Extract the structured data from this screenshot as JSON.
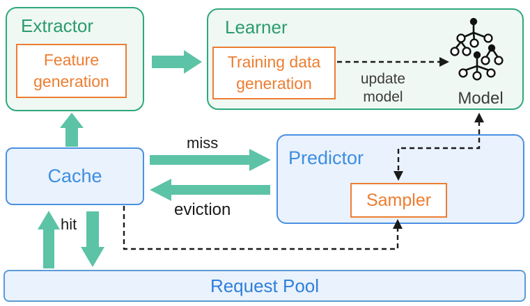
{
  "colors": {
    "teal_arrow": "#5cc3a7",
    "green_border": "#2ea77d",
    "green_text": "#2b9b70",
    "blue_border": "#4a90e2",
    "blue_text": "#3d8ee0",
    "orange": "#ed7d31",
    "dark": "#1a1a1a"
  },
  "boxes": {
    "extractor": {
      "title": "Extractor",
      "inner": "Feature generation"
    },
    "learner": {
      "title": "Learner",
      "inner": "Training data generation",
      "model_label": "Model",
      "model_icon": "decision-trees-icon"
    },
    "cache": {
      "title": "Cache"
    },
    "predictor": {
      "title": "Predictor",
      "inner": "Sampler"
    },
    "request_pool": {
      "title": "Request Pool"
    }
  },
  "edges": {
    "miss": "miss",
    "eviction": "eviction",
    "hit": "hit",
    "update_model": "update model"
  }
}
